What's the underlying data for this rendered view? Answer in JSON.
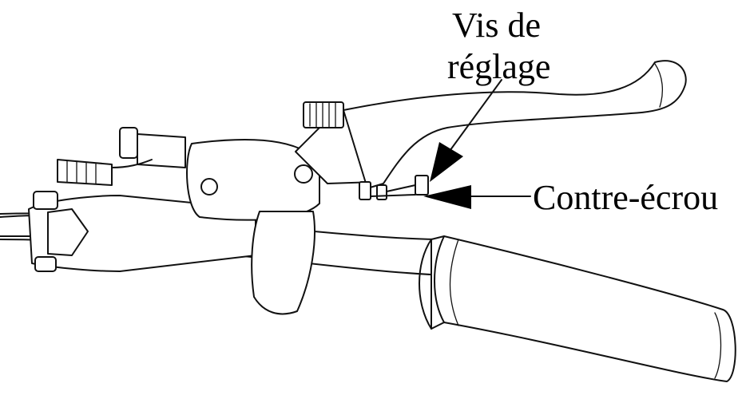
{
  "labels": {
    "adjust_screw_line1": "Vis de",
    "adjust_screw_line2": "réglage",
    "locknut": "Contre-écrou"
  },
  "colors": {
    "ink": "#000000",
    "background": "#ffffff"
  }
}
